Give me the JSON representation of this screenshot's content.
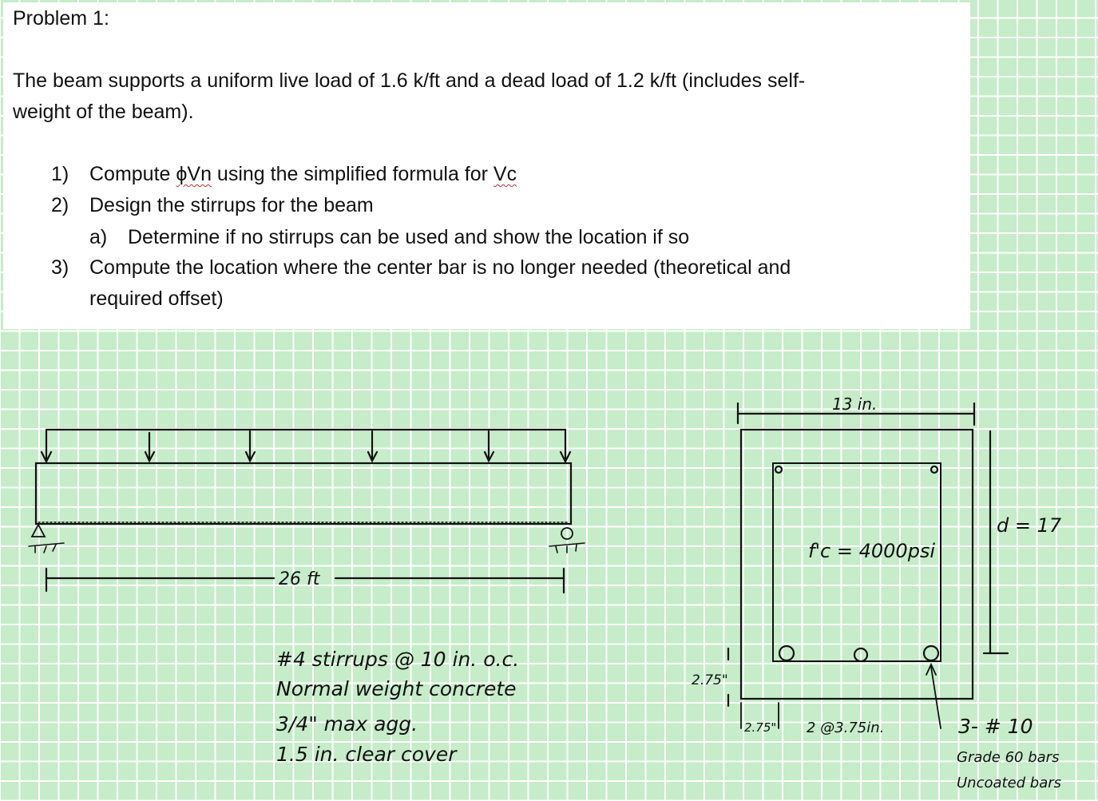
{
  "problem": {
    "title": "Problem 1:",
    "statement_line1": "The beam supports a uniform live load of 1.6 k/ft and a dead load of 1.2 k/ft (includes self-",
    "statement_line2": "weight of the beam).",
    "items": [
      {
        "num": "1)",
        "pre": "Compute ",
        "squiggle1": "ϕVn",
        "mid": " using the simplified formula for ",
        "squiggle2": "Vc"
      },
      {
        "num": "2)",
        "text": "Design the stirrups for the beam"
      },
      {
        "num": "a)",
        "text": "Determine if no stirrups can be used and show the location if so"
      },
      {
        "num": "3)",
        "text_line1": "Compute the location where the center bar is no longer needed (theoretical and",
        "text_line2": "required offset)"
      }
    ]
  },
  "beam_sketch": {
    "span_label": "26 ft",
    "notes": [
      "#4 stirrups @ 10 in. o.c.",
      "Normal weight concrete",
      "3/4\" max agg.",
      "1.5 in. clear cover"
    ]
  },
  "section_sketch": {
    "width_label": "13 in.",
    "depth_label": "d = 17",
    "fc_label": "f'c = 4000psi",
    "bottom_cover_label": "2.75\"",
    "side_cover_label": "2.75\"",
    "spacing_label": "2 @3.75in.",
    "bars_label_1": "3- # 10",
    "bars_label_2": "Grade 60 bars",
    "bars_label_3": "Uncoated bars"
  }
}
